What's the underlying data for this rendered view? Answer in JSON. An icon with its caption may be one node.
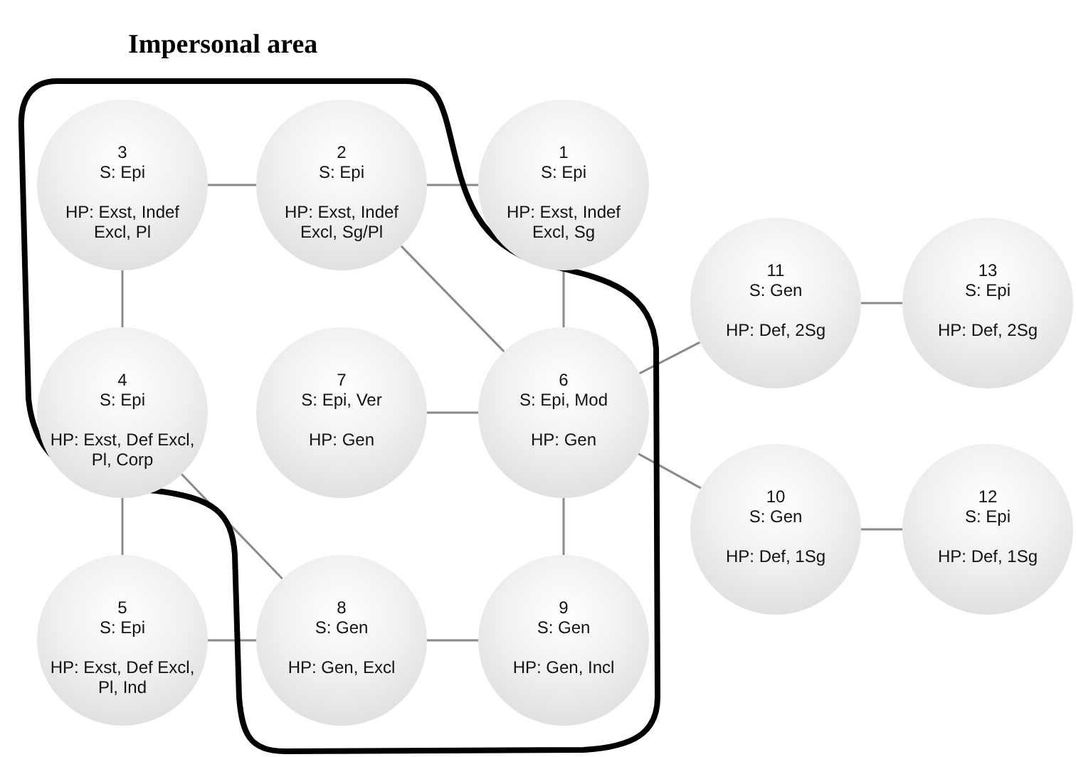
{
  "diagram": {
    "nodes": [
      {
        "text": [
          "Impersonal area"
        ]
      },
      {
        "text": [
          "3",
          "S: Epi",
          "HP: Exst, Indef Excl, Pl"
        ],
        "in": 0
      },
      {
        "text": [
          "2",
          "S: Epi",
          "HP: Exst, Indef Excl, Sg/Pl"
        ],
        "in": 0
      },
      {
        "text": [
          "1",
          "S: Epi",
          "HP: Exst, Indef Excl, Sg"
        ]
      },
      {
        "text": [
          "11",
          "S: Gen",
          "HP: Def, 2Sg"
        ]
      },
      {
        "text": [
          "13",
          "S: Epi",
          "HP: Def, 2Sg"
        ]
      },
      {
        "text": [
          "4",
          "S: Epi",
          "HP: Exst, Def Excl, Pl, Corp"
        ],
        "in": 0
      },
      {
        "text": [
          "7",
          "S: Epi, Ver",
          "HP: Gen"
        ],
        "in": 0
      },
      {
        "text": [
          "6",
          "S: Epi, Mod",
          "HP: Gen"
        ],
        "in": 0
      },
      {
        "text": [
          "10",
          "S: Gen",
          "HP: Def, 1Sg"
        ]
      },
      {
        "text": [
          "12",
          "S: Epi",
          "HP: Def, 1Sg"
        ]
      },
      {
        "text": [
          "5",
          "S: Epi",
          "HP: Exst, Def Excl, Pl, Ind"
        ]
      },
      {
        "text": [
          "8",
          "S: Gen",
          "HP: Gen, Excl"
        ],
        "in": 0
      },
      {
        "text": [
          "9",
          "S: Gen",
          "HP: Gen, Incl"
        ],
        "in": 0
      }
    ],
    "edges": [
      {
        "from": 1,
        "to": 2,
        "arrow": "none"
      },
      {
        "from": 2,
        "to": 3,
        "arrow": "none"
      },
      {
        "from": 3,
        "to": 8,
        "arrow": "none"
      },
      {
        "from": 1,
        "to": 6,
        "arrow": "none"
      },
      {
        "from": 6,
        "to": 11,
        "arrow": "none"
      },
      {
        "from": 11,
        "to": 12,
        "arrow": "none"
      },
      {
        "from": 12,
        "to": 13,
        "arrow": "none"
      },
      {
        "from": 13,
        "to": 8,
        "arrow": "none"
      },
      {
        "from": 2,
        "to": 8,
        "arrow": "none"
      },
      {
        "from": 6,
        "to": 12,
        "arrow": "none"
      },
      {
        "from": 7,
        "to": 8,
        "arrow": "none"
      },
      {
        "from": 8,
        "to": 4,
        "arrow": "none"
      },
      {
        "from": 8,
        "to": 9,
        "arrow": "none"
      },
      {
        "from": 4,
        "to": 5,
        "arrow": "none"
      },
      {
        "from": 9,
        "to": 10,
        "arrow": "none"
      }
    ]
  }
}
